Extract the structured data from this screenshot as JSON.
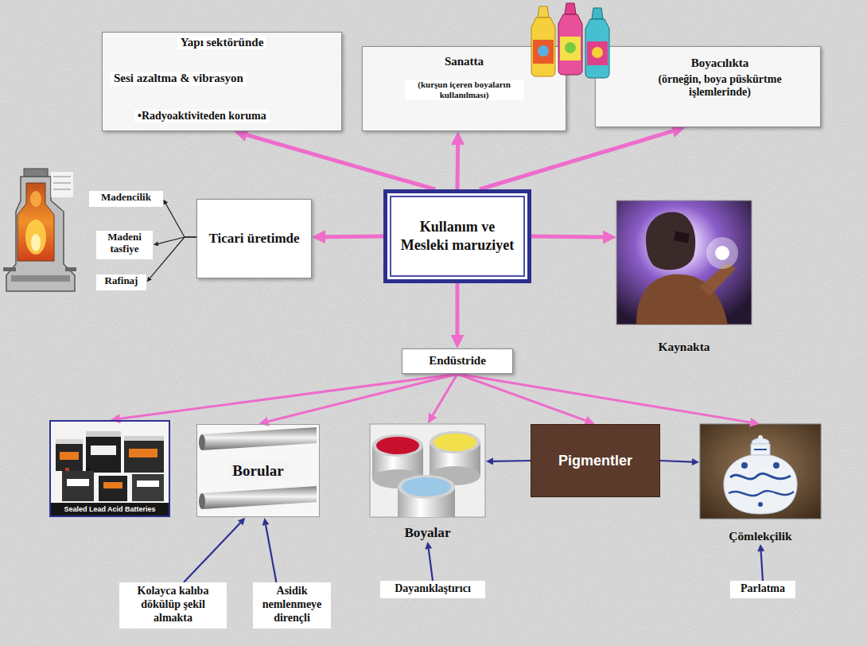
{
  "diagram": {
    "nodes": [
      {
        "text": [
          "Yapı sektöründe",
          "Sesi azaltma & vibrasyon",
          "•Radyoaktiviteden koruma"
        ]
      },
      {
        "text": [
          "Sanatta",
          "(kurşun içeren boyaların kullanılması)"
        ]
      },
      {
        "text": [
          "Boyacılıkta",
          "(örneğin, boya püskürtme işlemlerinde)"
        ]
      },
      {
        "text": [
          "Madencilik"
        ]
      },
      {
        "text": [
          "Ticari üretimde"
        ]
      },
      {
        "text": [
          "Kullanım ve Mesleki maruziyet"
        ]
      },
      {
        "text": [
          "Kaynakta"
        ]
      },
      {
        "text": [
          "Madeni tasfiye"
        ]
      },
      {
        "text": [
          "Rafinaj"
        ]
      },
      {
        "text": [
          "Endüstride"
        ]
      },
      {
        "text": [
          "Sealed Lead Acid Batteries"
        ]
      },
      {
        "text": [
          "Borular"
        ]
      },
      {
        "text": [
          "Boyalar"
        ]
      },
      {
        "text": [
          "Pigmentler"
        ]
      },
      {
        "text": [
          "Çömlekçilik"
        ]
      },
      {
        "text": [
          "Kolayca kalıba dökülüp şekil almakta"
        ]
      },
      {
        "text": [
          "Asidik nemlenmeye dirençli"
        ]
      },
      {
        "text": [
          "Dayanıklaştırıcı"
        ]
      },
      {
        "text": [
          "Parlatma"
        ]
      }
    ],
    "edges": [
      {
        "from": 5,
        "to": 0,
        "arrow": "to"
      },
      {
        "from": 5,
        "to": 1,
        "arrow": "to"
      },
      {
        "from": 5,
        "to": 2,
        "arrow": "to"
      },
      {
        "from": 5,
        "to": 4,
        "arrow": "to"
      },
      {
        "from": 5,
        "to": 6,
        "arrow": "to"
      },
      {
        "from": 5,
        "to": 9,
        "arrow": "to"
      },
      {
        "from": 4,
        "to": 3,
        "arrow": "to"
      },
      {
        "from": 4,
        "to": 7,
        "arrow": "to"
      },
      {
        "from": 4,
        "to": 8,
        "arrow": "to"
      },
      {
        "from": 9,
        "to": 10,
        "arrow": "to"
      },
      {
        "from": 9,
        "to": 11,
        "arrow": "to"
      },
      {
        "from": 9,
        "to": 12,
        "arrow": "to"
      },
      {
        "from": 9,
        "to": 13,
        "arrow": "to"
      },
      {
        "from": 9,
        "to": 14,
        "arrow": "to"
      },
      {
        "from": 13,
        "to": 12,
        "arrow": "to"
      },
      {
        "from": 13,
        "to": 14,
        "arrow": "to"
      },
      {
        "from": 15,
        "to": 11,
        "arrow": "to"
      },
      {
        "from": 16,
        "to": 11,
        "arrow": "to"
      },
      {
        "from": 17,
        "to": 12,
        "arrow": "to"
      },
      {
        "from": 18,
        "to": 14,
        "arrow": "to"
      }
    ]
  }
}
